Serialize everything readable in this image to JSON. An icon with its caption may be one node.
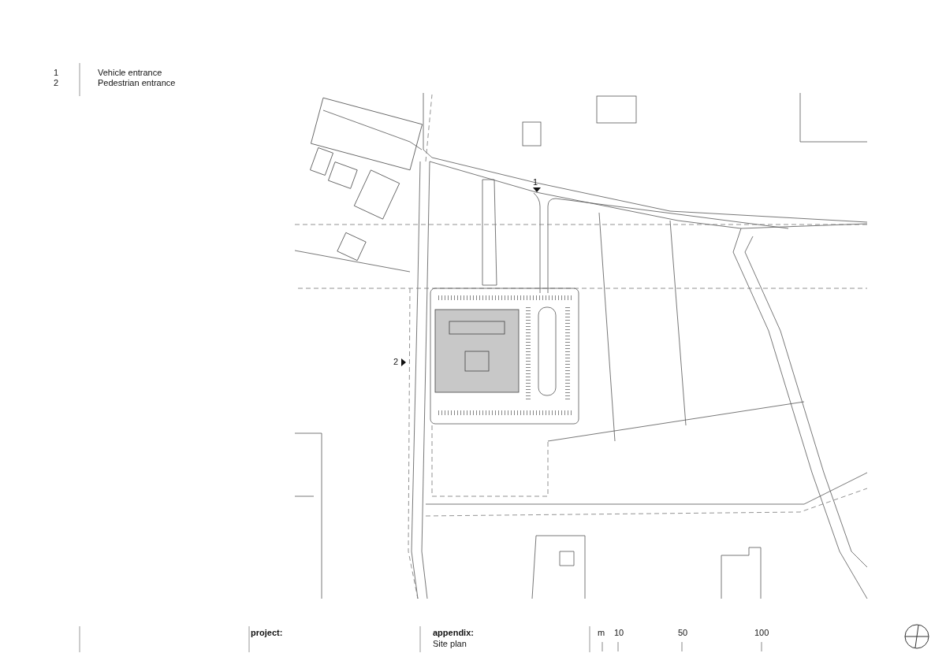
{
  "diagram": {
    "labels": [
      "1",
      "Vehicle entrance",
      "2",
      "Pedestrian entrance",
      "1",
      "2",
      "project:",
      "appendix:",
      "Site plan",
      "m",
      "10",
      "50",
      "100"
    ]
  }
}
